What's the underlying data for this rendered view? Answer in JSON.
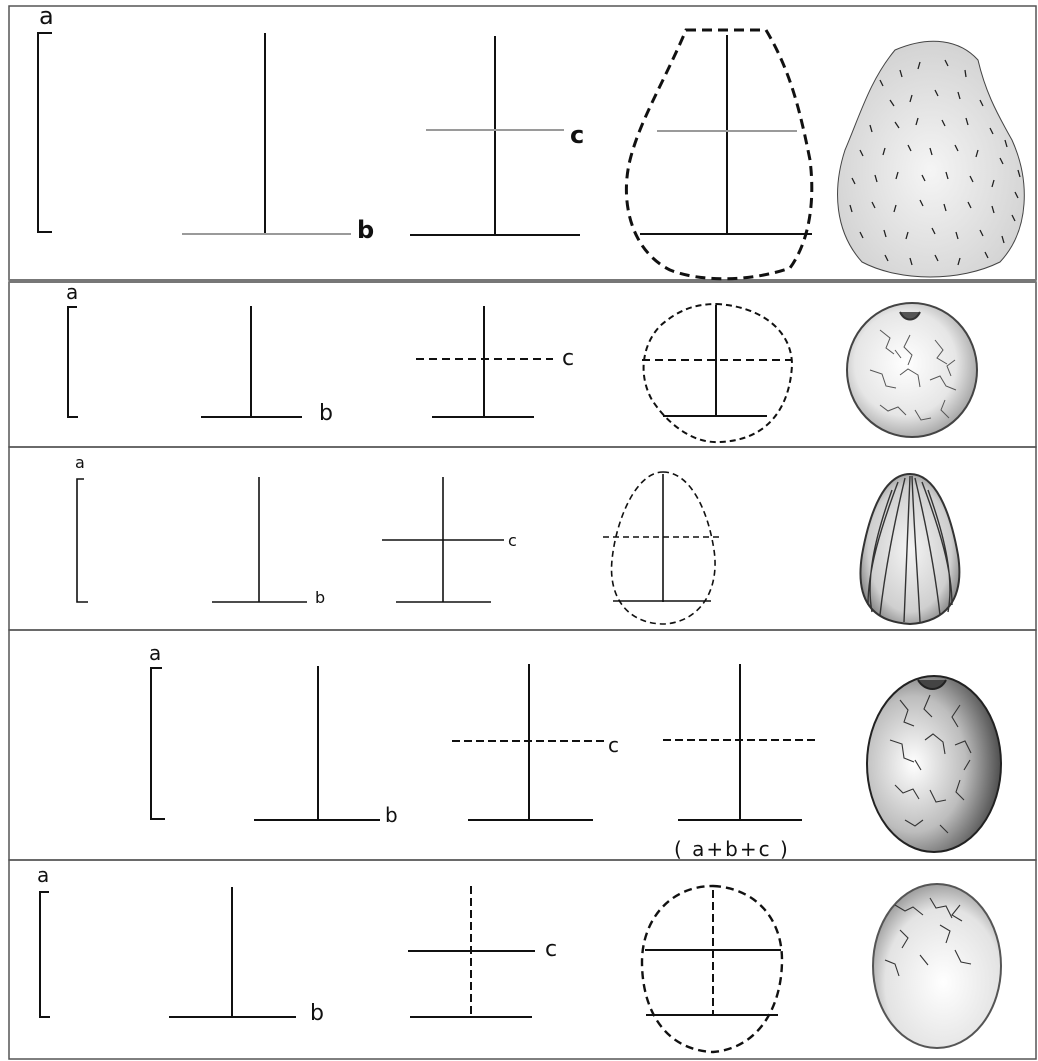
{
  "rows": [
    {
      "labels": {
        "a": "a",
        "b": "b",
        "c": "c"
      },
      "lines": {
        "a": "solid",
        "b": "solid",
        "c": "solid",
        "outline": "dashed"
      }
    },
    {
      "labels": {
        "a": "a",
        "b": "b",
        "c": "c"
      },
      "lines": {
        "a": "solid",
        "b": "solid",
        "c": "dashed",
        "outline": "dashed"
      }
    },
    {
      "labels": {
        "a": "a",
        "b": "b",
        "c": "c"
      },
      "lines": {
        "a": "solid",
        "b": "solid",
        "c": "solid",
        "outline": "dashed"
      }
    },
    {
      "labels": {
        "a": "a",
        "b": "b",
        "c": "c",
        "sum": "( a+b+c )"
      },
      "lines": {
        "a": "solid",
        "b": "solid",
        "c": "dashed",
        "outline": "none"
      }
    },
    {
      "labels": {
        "a": "a",
        "b": "b",
        "c": "c"
      },
      "lines": {
        "a": "dashed",
        "b": "solid",
        "c": "solid",
        "outline": "dashed"
      }
    }
  ],
  "colors": {
    "ink": "#111111",
    "frame": "#555555",
    "pencil": "#9a9a9a",
    "faint": "#bdbdbd"
  }
}
